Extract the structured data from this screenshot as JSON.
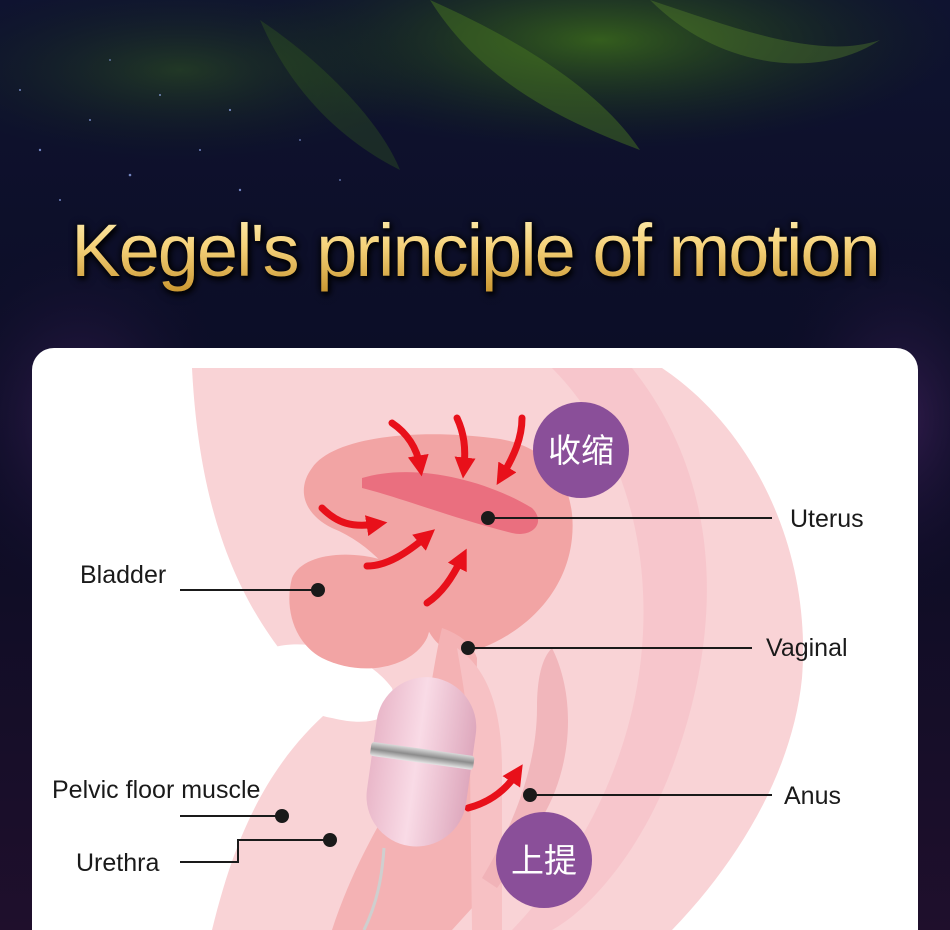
{
  "title": "Kegel's principle of motion",
  "badges": {
    "contract": "收缩",
    "lift": "上提"
  },
  "labels": {
    "uterus": "Uterus",
    "bladder": "Bladder",
    "vaginal": "Vaginal",
    "pelvic_floor_muscle": "Pelvic floor muscle",
    "anus": "Anus",
    "urethra": "Urethra"
  },
  "colors": {
    "background": "#0c0d26",
    "title_gold": "#f0cf7a",
    "panel": "#ffffff",
    "body_pink": "#f9d3d6",
    "organ_pink": "#f2a4a4",
    "arrow_red": "#e8101a",
    "badge_purple": "#8a4f99",
    "device_pink": "#f1c8d8"
  }
}
